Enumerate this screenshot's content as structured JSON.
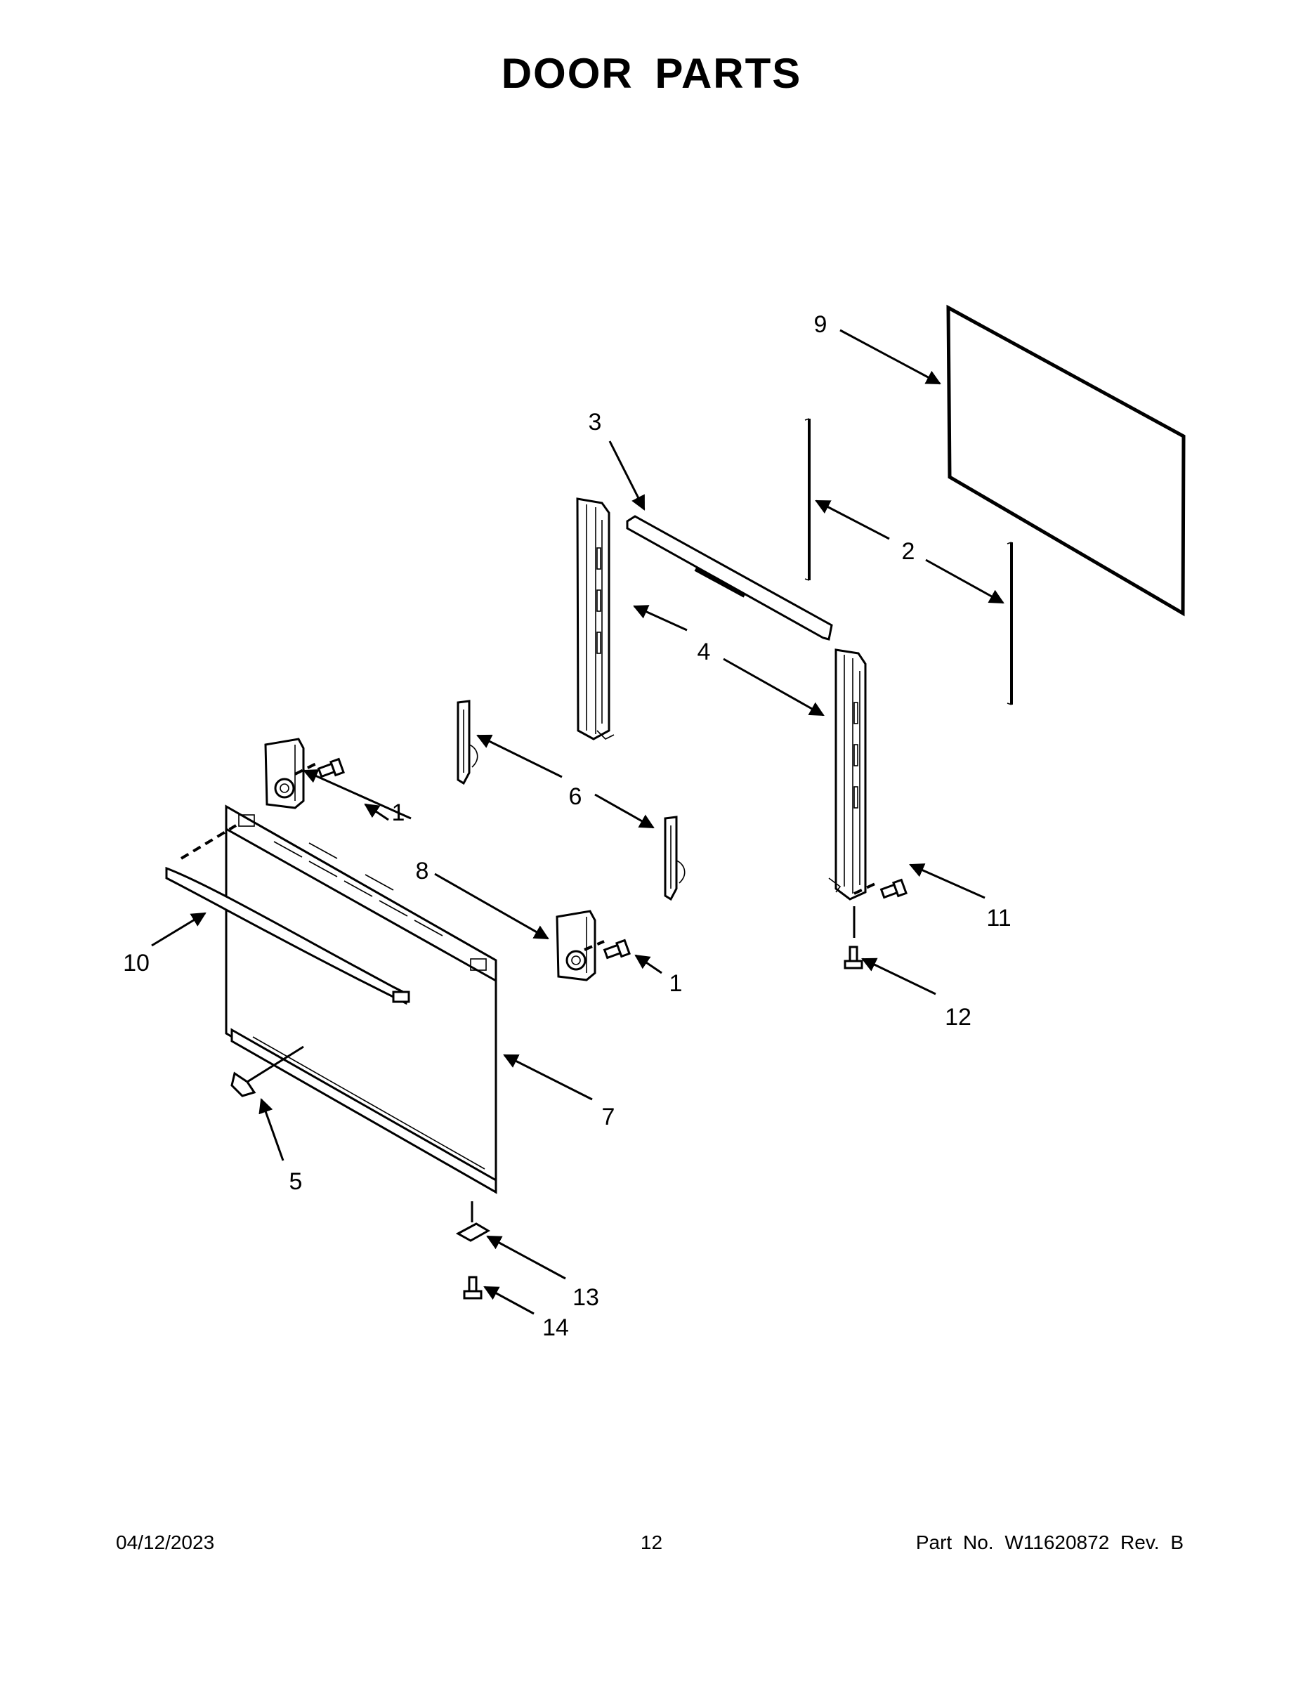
{
  "page": {
    "title": "DOOR PARTS",
    "footer_date": "04/12/2023",
    "footer_page": "12",
    "footer_part": "Part No.  W11620872  Rev.  B"
  },
  "callouts": [
    {
      "id": "c1a",
      "label": "1"
    },
    {
      "id": "c1b",
      "label": "1"
    },
    {
      "id": "c2",
      "label": "2"
    },
    {
      "id": "c3",
      "label": "3"
    },
    {
      "id": "c4",
      "label": "4"
    },
    {
      "id": "c5",
      "label": "5"
    },
    {
      "id": "c6",
      "label": "6"
    },
    {
      "id": "c7",
      "label": "7"
    },
    {
      "id": "c8",
      "label": "8"
    },
    {
      "id": "c9",
      "label": "9"
    },
    {
      "id": "c10",
      "label": "10"
    },
    {
      "id": "c11",
      "label": "11"
    },
    {
      "id": "c12",
      "label": "12"
    },
    {
      "id": "c13",
      "label": "13"
    },
    {
      "id": "c14",
      "label": "14"
    }
  ]
}
